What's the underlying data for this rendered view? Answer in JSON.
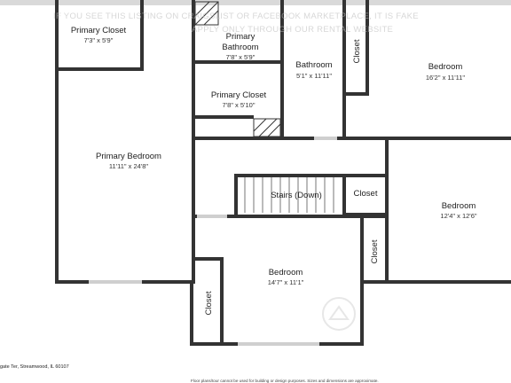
{
  "rooms": {
    "primary_closet_1": {
      "name": "Primary Closet",
      "dims": "7'3\" x 5'9\""
    },
    "primary_bathroom": {
      "name1": "Primary",
      "name2": "Bathroom",
      "dims": "7'8\" x 5'9\""
    },
    "bathroom": {
      "name": "Bathroom",
      "dims": "5'1\" x 11'11\""
    },
    "closet_top": {
      "name": "Closet"
    },
    "bedroom_top_right": {
      "name": "Bedroom",
      "dims": "16'2\" x 11'11\""
    },
    "primary_closet_2": {
      "name": "Primary Closet",
      "dims": "7'8\" x 5'10\""
    },
    "primary_bedroom": {
      "name": "Primary Bedroom",
      "dims": "11'11\" x 24'8\""
    },
    "stairs": {
      "name": "Stairs (Down)"
    },
    "closet_mid": {
      "name": "Closet"
    },
    "bedroom_right": {
      "name": "Bedroom",
      "dims": "12'4\" x 12'6\""
    },
    "closet_right": {
      "name": "Closet"
    },
    "bedroom_bottom": {
      "name": "Bedroom",
      "dims": "14'7\" x 11'1\""
    },
    "closet_bottom": {
      "name": "Closet"
    }
  },
  "watermark": {
    "line1": "IF YOU SEE THIS LISTING ON CRAIGSLIST OR FACEBOOK MARKETPLACE, IT IS FAKE",
    "line2": "APPLY ONLY THROUGH OUR RENTAL WEBSITE"
  },
  "footer": {
    "address": "gate Ter, Streamwood, IL 60107",
    "disclaimer": "Floor plans/tour cannot be used for building or design purposes. Sizes and dimensions are approximate."
  },
  "colors": {
    "wall": "#333333",
    "window": "#cfcfcf",
    "background": "#ffffff"
  }
}
